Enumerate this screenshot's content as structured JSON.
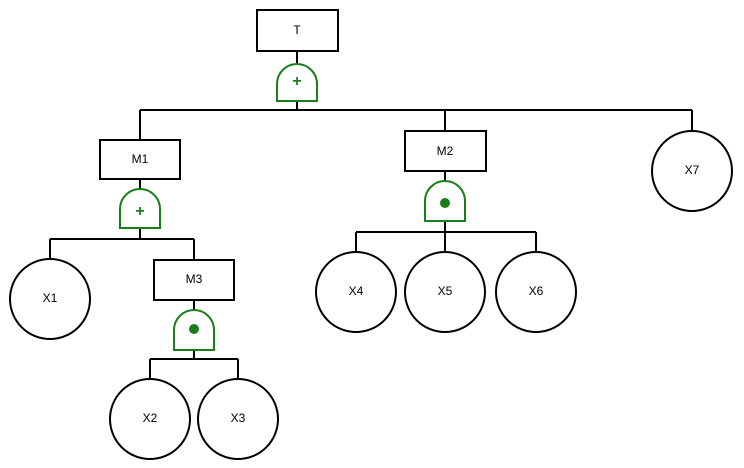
{
  "gate_color": "#1a7f1a",
  "events": {
    "T": "T",
    "M1": "M1",
    "M2": "M2",
    "M3": "M3"
  },
  "basic_events": {
    "X1": "X1",
    "X2": "X2",
    "X3": "X3",
    "X4": "X4",
    "X5": "X5",
    "X6": "X6",
    "X7": "X7"
  },
  "gates": {
    "T": {
      "type": "or",
      "icon": "plus-icon",
      "symbol": "+"
    },
    "M1": {
      "type": "or",
      "icon": "plus-icon",
      "symbol": "+"
    },
    "M2": {
      "type": "and",
      "icon": "dot-icon"
    },
    "M3": {
      "type": "and",
      "icon": "dot-icon"
    }
  }
}
